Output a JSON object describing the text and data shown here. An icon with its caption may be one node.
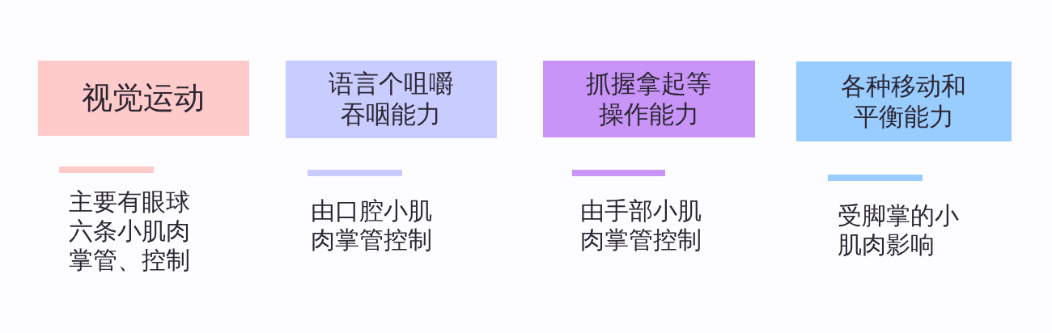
{
  "diagram": {
    "nodes": [
      {
        "text": [
          "视觉运动"
        ],
        "beside": [
          "主要有眼球六条小肌肉掌管、控制"
        ]
      },
      {
        "text": [
          "语言个咀嚼吞咽能力"
        ],
        "beside": [
          "由口腔小肌肉掌管控制"
        ]
      },
      {
        "text": [
          "抓握拿起等操作能力"
        ],
        "beside": [
          "由手部小肌肉掌管控制"
        ]
      },
      {
        "text": [
          "各种移动和平衡能力"
        ],
        "beside": [
          "受脚掌的小肌肉影响"
        ]
      }
    ]
  }
}
